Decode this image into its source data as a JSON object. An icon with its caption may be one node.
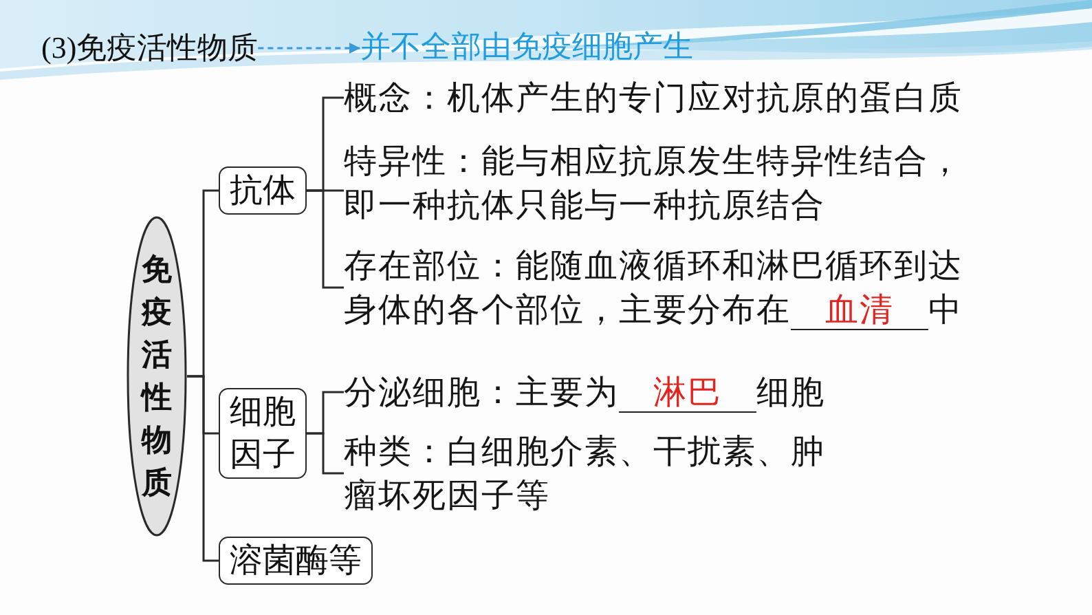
{
  "diagram": {
    "nodes": [
      {
        "text": [
          "(3)免疫活性物质"
        ]
      },
      {
        "text": [
          "并不全部由免疫细胞产生"
        ]
      },
      {
        "text": [
          "免疫活性物质"
        ]
      },
      {
        "text": [
          "抗体"
        ]
      },
      {
        "text": [
          "细胞因子"
        ]
      },
      {
        "text": [
          "溶菌酶等"
        ]
      },
      {
        "text": [
          "概念：机体产生的专门应对抗原的蛋白质"
        ]
      },
      {
        "text": [
          "特异性：能与相应抗原发生特异性结合，即一种抗体只能与一种抗原结合"
        ]
      },
      {
        "text": [
          "存在部位：能随血液循环和淋巴循环到达身体的各个部位，主要分布在",
          "血清",
          "中"
        ]
      },
      {
        "text": [
          "分泌细胞：主要为",
          "淋巴",
          "细胞"
        ]
      },
      {
        "text": [
          "种类：白细胞介素、干扰素、肿瘤坏死因子等"
        ]
      }
    ],
    "edges": [
      {
        "from": 0,
        "to": 1,
        "arrow": "to",
        "style": "dashed",
        "color": "#3a9ad9"
      },
      {
        "from": 2,
        "to": 3,
        "arrow": "none"
      },
      {
        "from": 2,
        "to": 4,
        "arrow": "none"
      },
      {
        "from": 2,
        "to": 5,
        "arrow": "none"
      },
      {
        "from": 3,
        "to": 6,
        "arrow": "none"
      },
      {
        "from": 3,
        "to": 7,
        "arrow": "none"
      },
      {
        "from": 3,
        "to": 8,
        "arrow": "none"
      },
      {
        "from": 4,
        "to": 9,
        "arrow": "none"
      },
      {
        "from": 4,
        "to": 10,
        "arrow": "none"
      }
    ]
  }
}
